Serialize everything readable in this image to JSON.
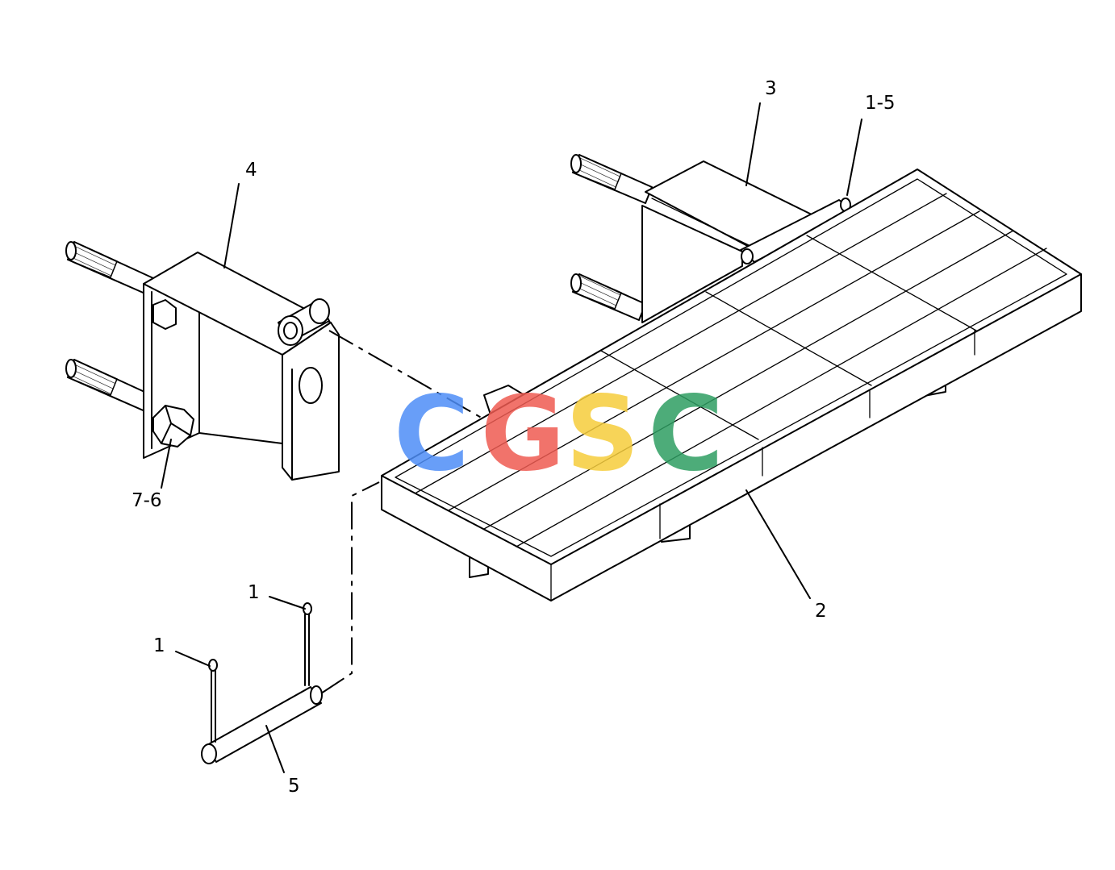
{
  "callouts": {
    "c1": "3",
    "c2": "1-5",
    "c3": "4",
    "c4": "7-6",
    "c5": "2",
    "c6": "1",
    "c7": "1",
    "c8": "5"
  },
  "watermark": {
    "text": "CGSC",
    "colors": [
      "#4e8ef7",
      "#ef5b52",
      "#f6cd3c",
      "#2e9e62"
    ]
  }
}
